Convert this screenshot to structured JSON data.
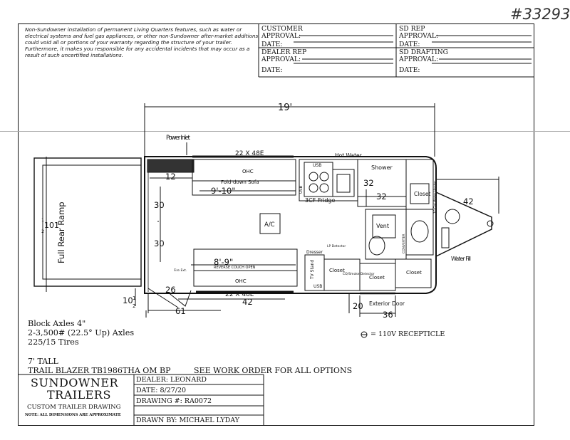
{
  "ref_number": "#33293",
  "notice": "Non-Sundowner installation of permanent Living Quarters features, such as water or electrical systems and fuel gas appliances, or other non-Sundowner after-market additions, could void all or portions of your warranty regarding the structure of your trailer. Furthermore, it makes you responsible for any accidental incidents that may occur as a result of such uncertified installations.",
  "approvals": {
    "customer_approval": "CUSTOMER APPROVAL:",
    "sd_rep_approval": "SD REP APPROVAL:",
    "dealer_rep_approval": "DEALER REP APPROVAL:",
    "sd_drafting_approval": "SD DRAFTING APPROVAL:",
    "date": "DATE:"
  },
  "floorplan": {
    "overall_length": "19'",
    "width_label": "101",
    "width_frac_num": "1",
    "width_frac_den": "2",
    "rear_ramp": "Full Rear Ramp",
    "power_inlet": "Power Inlet",
    "window_top": "22 X 48E",
    "window_bottom": "22 X 48E",
    "hot_water": "Hot Water",
    "ohc": "OHC",
    "ohc_bottom": "OHC",
    "sofa": "Fold-down Sofa",
    "dim_sofa": "9'-10\"",
    "dim_12": "12",
    "dim_30a": "30",
    "dim_30b": "30",
    "dim_8_9": "8'-9\"",
    "dim_32a": "32",
    "dim_32b": "32",
    "dim_26": "26",
    "dim_42_bottom": "42",
    "dim_61": "61",
    "dim_10": "10",
    "dim_10_frac_num": "1",
    "dim_10_frac_den": "2",
    "dim_20": "20",
    "dim_36": "36",
    "dim_42_tongue": "42",
    "ac": "A/C",
    "fridge": "3CF Fridge",
    "shower": "Shower",
    "closet_right": "Closet",
    "water_heater": "10 Gal Water Heater",
    "vent": "Vent",
    "water_fill": "Water Fill",
    "tv_stand": "TV Stand",
    "dresser": "Dresser",
    "closet_1": "Closet",
    "closet_2": "Closet",
    "closet_3": "Closet",
    "exterior_door": "Exterior Door",
    "usb_1": "USB",
    "usb_2": "USB",
    "usb_3": "USB",
    "lp_detector": "LP Detector",
    "co_smoke": "CO/Smoke Detector",
    "fire_ext": "Fire Ext.",
    "converter": "CONVERTER",
    "reverse_sofa": "REVERSE COUCH OPEN"
  },
  "specs": {
    "axles_line1": "Block Axles 4\"",
    "axles_line2": "2-3,500# (22.5° Up) Axles",
    "tires": "225/15 Tires",
    "receptacle": "= 110V RECEPTICLE",
    "tall": "7' TALL",
    "model": "TRAIL BLAZER TB1986THA OM BP",
    "work_order": "SEE WORK ORDER FOR ALL OPTIONS"
  },
  "title_block": {
    "brand_line1": "SUNDOWNER",
    "brand_line2": "TRAILERS",
    "drawing_type": "CUSTOM TRAILER DRAWING",
    "note": "NOTE: ALL DIMENSIONS ARE APPROXIMATE",
    "dealer": "DEALER: LEONARD",
    "date": "DATE: 8/27/20",
    "drawing_no": "DRAWING #: RA0072",
    "drawn_by": "DRAWN BY: MICHAEL LYDAY"
  }
}
